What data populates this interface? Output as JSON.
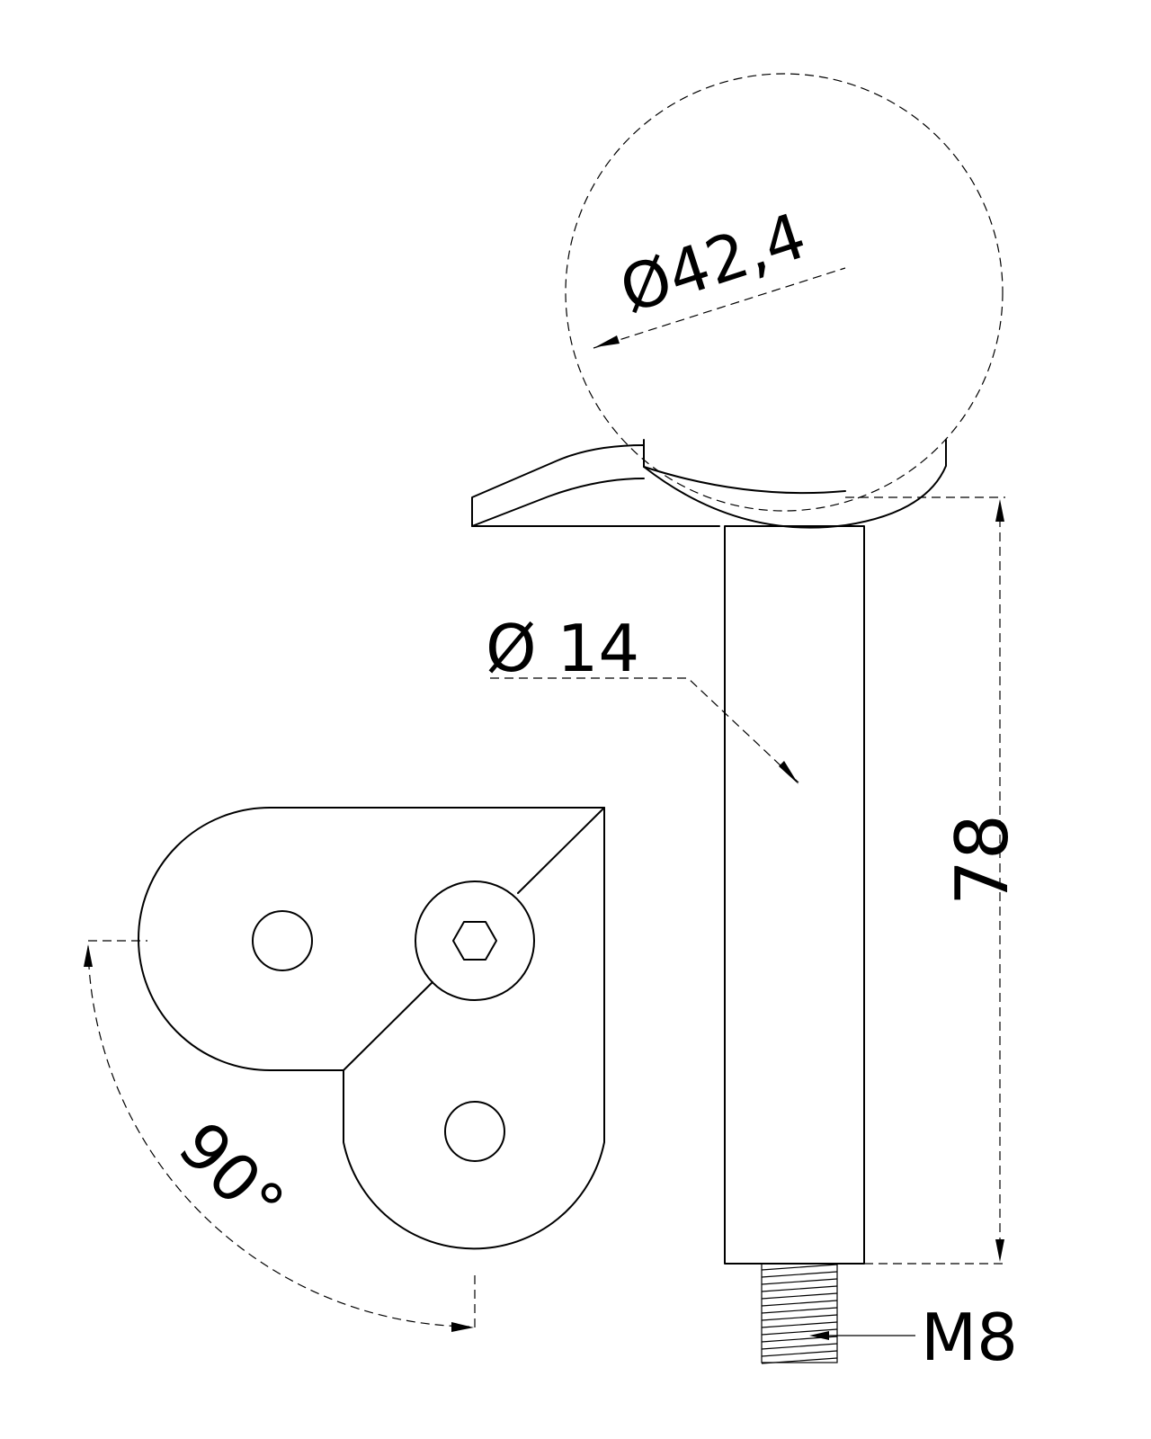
{
  "dimensions": {
    "tube_diameter": "Ø42,4",
    "rod_diameter": "Ø 14",
    "rod_length": "78",
    "thread": "M8",
    "angle": "90°"
  },
  "colors": {
    "line": "#000000",
    "background": "#ffffff"
  }
}
